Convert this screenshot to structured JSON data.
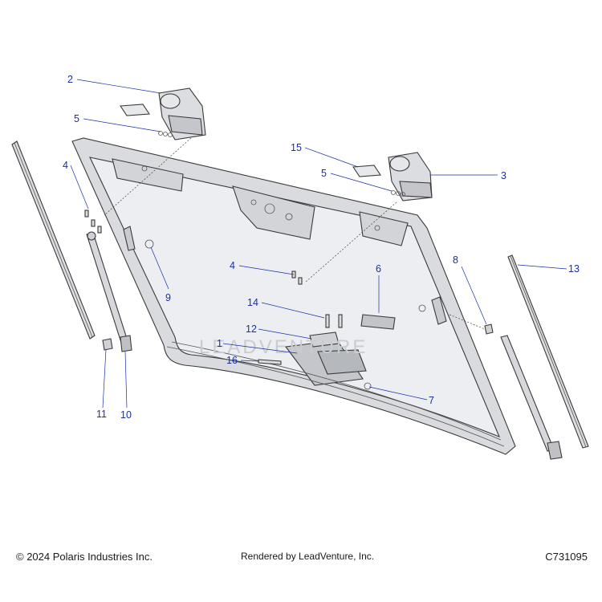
{
  "diagram": {
    "watermark": "LEADVENTURE",
    "callouts": [
      {
        "id": "1",
        "label": "1"
      },
      {
        "id": "2",
        "label": "2"
      },
      {
        "id": "3",
        "label": "3"
      },
      {
        "id": "4a",
        "label": "4"
      },
      {
        "id": "4b",
        "label": "4"
      },
      {
        "id": "5a",
        "label": "5"
      },
      {
        "id": "5b",
        "label": "5"
      },
      {
        "id": "6",
        "label": "6"
      },
      {
        "id": "7",
        "label": "7"
      },
      {
        "id": "8",
        "label": "8"
      },
      {
        "id": "9",
        "label": "9"
      },
      {
        "id": "10",
        "label": "10"
      },
      {
        "id": "11",
        "label": "11"
      },
      {
        "id": "12",
        "label": "12"
      },
      {
        "id": "13",
        "label": "13"
      },
      {
        "id": "14",
        "label": "14"
      },
      {
        "id": "15",
        "label": "15"
      },
      {
        "id": "16",
        "label": "16"
      }
    ]
  },
  "footer": {
    "copyright": "© 2024 Polaris Industries Inc.",
    "rendered_by": "Rendered by LeadVenture, Inc.",
    "drawing_number": "C731095"
  },
  "colors": {
    "callout": "#1a2fa8",
    "glass": "#eceef1",
    "frame": "#d9dbdf",
    "outline": "#3a3a3a"
  }
}
